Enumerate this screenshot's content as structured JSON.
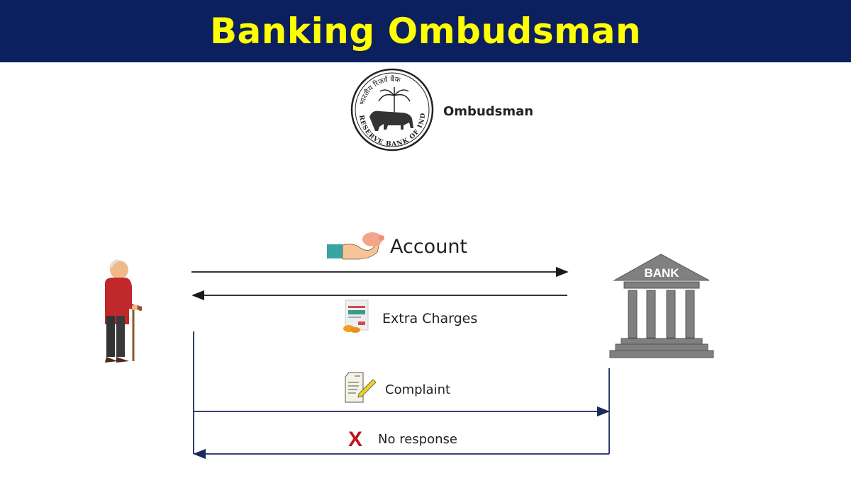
{
  "header": {
    "title": "Banking Ombudsman"
  },
  "ombudsman": {
    "label": "Ombudsman",
    "logo_text_top": "भारतीय रिज़र्व बैंक",
    "logo_text_bottom": "RESERVE BANK OF INDIA"
  },
  "flows": {
    "account": "Account",
    "extra_charges": "Extra Charges",
    "complaint": "Complaint",
    "no_response": "No response",
    "no_response_mark": "X"
  },
  "bank": {
    "label": "BANK"
  },
  "colors": {
    "header_bg": "#0c1f5e",
    "title": "#ffff00",
    "line": "#1a2a5a",
    "cross": "#c0141c",
    "bank": "#7a7a7a"
  }
}
